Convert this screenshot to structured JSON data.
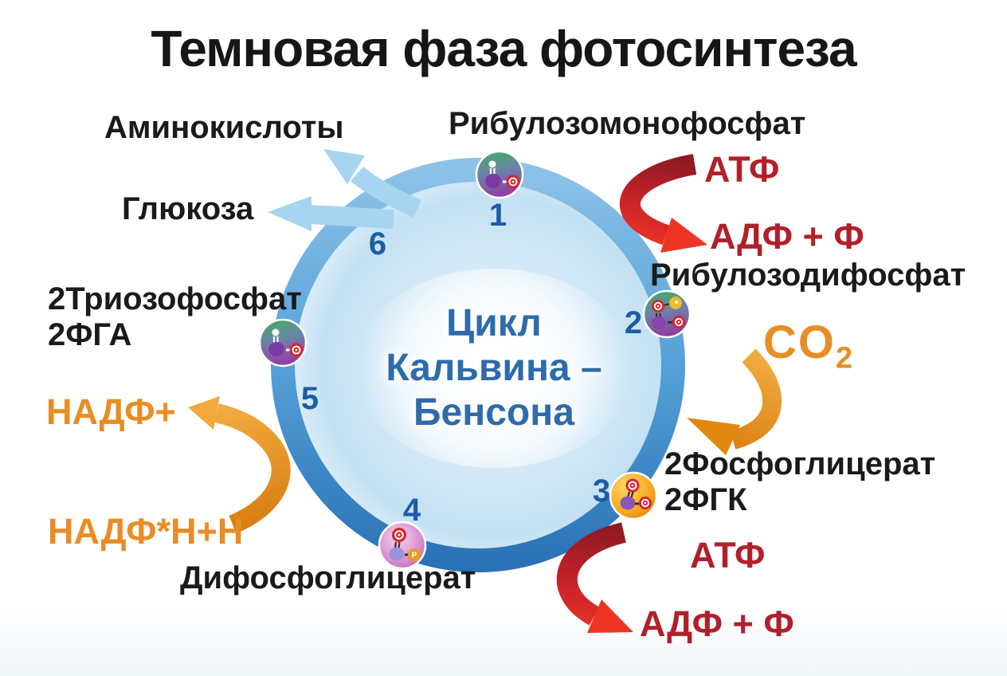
{
  "title": "Темновая фаза фотосинтеза",
  "cycle": {
    "line1": "Цикл",
    "line2": "Кальвина –",
    "line3": "Бенсона"
  },
  "steps": [
    "1",
    "2",
    "3",
    "4",
    "5",
    "6"
  ],
  "labels": {
    "amino_acids": "Аминокислоты",
    "ribulose_monophosphate": "Рибулозомонофосфат",
    "glucose": "Глюкоза",
    "atp_top": "АТФ",
    "adp_top": "АДФ + Ф",
    "ribulose_diphosphate": "Рибулозодифосфат",
    "co2_base": "CO",
    "co2_sub": "2",
    "triose_phosphate_line1": "2Триозофосфат",
    "triose_phosphate_line2": "2ФГА",
    "nadp_plus": "НАДФ+",
    "phosphoglycerate_line1": "2Фосфоглицерат",
    "phosphoglycerate_line2": "2ФГК",
    "nadp_h": "НАДФ*Н+Н",
    "diphosphoglycerate": "Дифосфоглицерат",
    "atp_bottom": "АТФ",
    "adp_bottom": "АДФ + Ф"
  },
  "icons": {
    "phosphate_letter": "P",
    "molecule_step1": "ribulose-monophosphate-molecule-icon",
    "molecule_step2": "ribulose-diphosphate-molecule-icon",
    "molecule_step3": "phosphoglycerate-molecule-icon",
    "molecule_step4": "diphosphoglycerate-molecule-icon",
    "molecule_step5": "triose-phosphate-molecule-icon"
  },
  "colors": {
    "ring_blue": "#4a94ce",
    "step_number_blue": "#1d5ca6",
    "center_text_blue": "#2d6bab",
    "dark_red": "#b1202a",
    "bright_red": "#e9332a",
    "orange": "#e88d25",
    "light_blue_arrow": "#a7d5f0",
    "text_black": "#1a1a1a"
  }
}
